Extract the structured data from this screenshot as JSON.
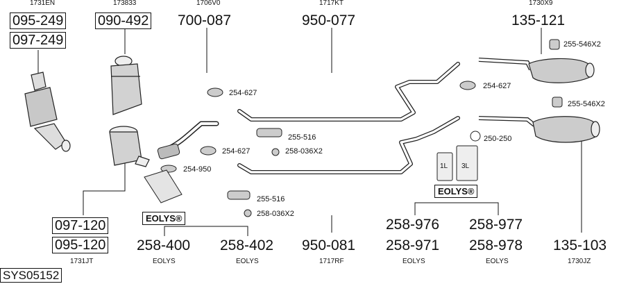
{
  "columns": [
    {
      "id": "catalyst-1",
      "top_ref": "1731EN",
      "parts": [
        "095-249",
        "097-249"
      ]
    },
    {
      "id": "dpf-1",
      "top_ref": "173833",
      "parts": [
        "090-492"
      ]
    },
    {
      "id": "front-pipe",
      "top_ref": "1706V0",
      "part": "700-087"
    },
    {
      "id": "centre-pipe-1",
      "top_ref": "1717KT",
      "part": "950-077"
    },
    {
      "id": "rear-silencer-1",
      "top_ref": "1730X9",
      "part": "135-121"
    }
  ],
  "bottom": {
    "dpf_parts": [
      "097-120",
      "095-120"
    ],
    "dpf_ref": "1731JT",
    "eolys_left": {
      "label": "EOLYS®",
      "parts": [
        "258-400",
        "258-402"
      ],
      "refs": [
        "EOLYS",
        "EOLYS"
      ]
    },
    "centre_pipe_2": {
      "part": "950-081",
      "ref": "1717RF"
    },
    "eolys_right": {
      "label": "EOLYS®",
      "parts_top": [
        "258-976",
        "258-977"
      ],
      "parts_bottom": [
        "258-971",
        "258-978"
      ],
      "refs": [
        "EOLYS",
        "EOLYS"
      ]
    },
    "rear_silencer_2": {
      "part": "135-103",
      "ref": "1730JZ"
    }
  },
  "annotations": {
    "clamp_a": "254-627",
    "clamp_b": "254-627",
    "clamp_c": "254-627",
    "clamp_d": "254-950",
    "mount_a": "255-516",
    "mount_b": "255-516",
    "mount_c": "255-546X2",
    "mount_d": "255-546X2",
    "gasket_a": "258-036X2",
    "gasket_b": "258-036X2",
    "seal": "250-250",
    "can_small": "1L",
    "can_large": "3L"
  },
  "system_code": "SYS05152"
}
